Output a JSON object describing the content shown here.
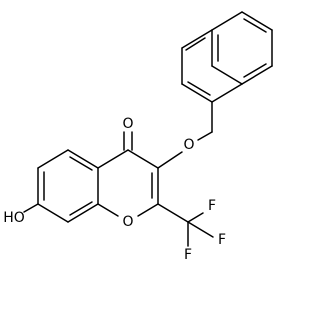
{
  "molecule": {
    "atoms": {
      "carbonyl_oxygen": "O",
      "ether_oxygen": "O",
      "ring_oxygen": "O",
      "hydroxyl": "HO",
      "fluorine_upper": "F",
      "fluorine_right": "F",
      "fluorine_lower": "F"
    }
  }
}
